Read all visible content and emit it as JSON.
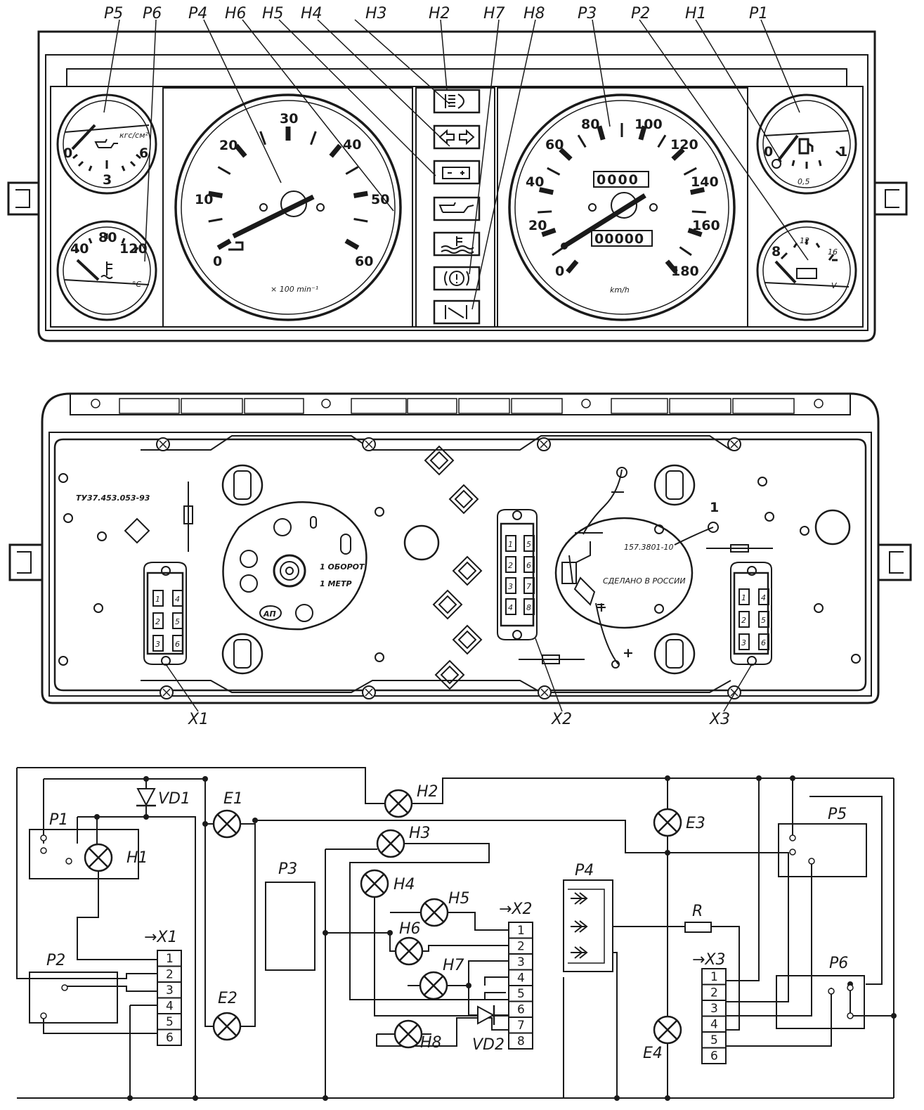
{
  "front_panel": {
    "callouts": [
      "P5",
      "P6",
      "P4",
      "H6",
      "H5",
      "H4",
      "H3",
      "H2",
      "H7",
      "H8",
      "P3",
      "P2",
      "H1",
      "P1"
    ],
    "tachometer": {
      "ticks": [
        "0",
        "10",
        "20",
        "30",
        "40",
        "50",
        "60"
      ],
      "unit": "× 100 min⁻¹"
    },
    "speedometer": {
      "ticks": [
        "0",
        "20",
        "40",
        "60",
        "80",
        "100",
        "120",
        "140",
        "160",
        "180"
      ],
      "unit": "km/h",
      "trip_odometer": "0000",
      "odometer": "00000"
    },
    "oil_gauge": {
      "ticks": [
        "0",
        "3",
        "6"
      ],
      "unit": "кгс/см²"
    },
    "temp_gauge": {
      "ticks": [
        "40",
        "80",
        "120"
      ],
      "unit": "°C"
    },
    "fuel_gauge": {
      "ticks": [
        "0",
        "0,5",
        "1"
      ]
    },
    "volt_gauge": {
      "ticks": [
        "8",
        "12",
        "16"
      ],
      "unit": "V"
    },
    "indicator_icons": [
      "headlight-icon",
      "turn-signal-icon",
      "battery-icon",
      "oil-can-icon",
      "coolant-icon",
      "brake-icon",
      "choke-icon"
    ]
  },
  "back_panel": {
    "spec_code": "ТУ37.453.053-93",
    "odometer_note_1": "1 ОБОРОТ",
    "odometer_note_2": "1 МЕТР",
    "ap_mark": "АП",
    "speedo_code": "157.3801-10",
    "made_in": "СДЕЛАНО В РОССИИ",
    "wire_mark": "1",
    "plus_mark": "+",
    "connector_labels": [
      "X1",
      "X2",
      "X3"
    ],
    "x1_pins": [
      "1",
      "2",
      "3",
      "4",
      "5",
      "6"
    ],
    "x2_pins": [
      "1",
      "2",
      "3",
      "4",
      "5",
      "6",
      "7",
      "8"
    ],
    "x3_pins": [
      "1",
      "2",
      "3",
      "4",
      "5",
      "6"
    ]
  },
  "schematic": {
    "components": [
      "VD1",
      "P1",
      "H1",
      "E1",
      "H2",
      "E3",
      "P5",
      "H3",
      "H4",
      "H5",
      "H6",
      "H7",
      "H8",
      "P3",
      "P4",
      "R",
      "P2",
      "E2",
      "E4",
      "VD2",
      "P6"
    ],
    "x1_label": "→X1",
    "x2_label": "→X2",
    "x3_label": "→X3",
    "x1_pins": [
      "1",
      "2",
      "3",
      "4",
      "5",
      "6"
    ],
    "x2_pins": [
      "1",
      "2",
      "3",
      "4",
      "5",
      "6",
      "7",
      "8"
    ],
    "x3_pins": [
      "1",
      "2",
      "3",
      "4",
      "5",
      "6"
    ]
  }
}
